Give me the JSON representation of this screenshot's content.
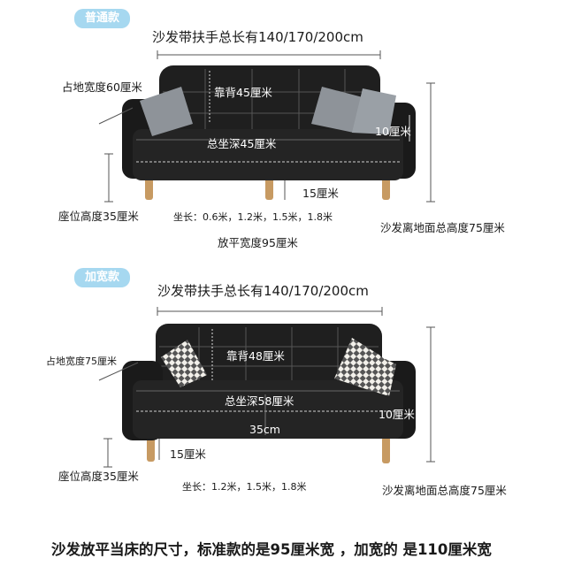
{
  "standard": {
    "badge": "普通款",
    "total_length": "沙发带扶手总长有140/170/200cm",
    "floor_width": "占地宽度60厘米",
    "backrest": "靠背45厘米",
    "seat_depth": "总坐深45厘米",
    "armrest": "10厘米",
    "leg": "15厘米",
    "seat_height": "座位高度35厘米",
    "seat_length": "坐长：0.6米，1.2米，1.5米，1.8米",
    "flat_width": "放平宽度95厘米",
    "total_height": "沙发离地面总高度75厘米"
  },
  "wide": {
    "badge": "加宽款",
    "total_length": "沙发带扶手总长有140/170/200cm",
    "floor_width": "占地宽度75厘米",
    "backrest": "靠背48厘米",
    "seat_depth": "总坐深58厘米",
    "armrest": "10厘米",
    "cushion": "35cm",
    "leg": "15厘米",
    "seat_height": "座位高度35厘米",
    "seat_length": "坐长：1.2米，1.5米，1.8米",
    "total_height": "沙发离地面总高度75厘米"
  },
  "footer": "沙发放平当床的尺寸，标准款的是95厘米宽 ，加宽的 是110厘米宽",
  "colors": {
    "badge": "#a6d8f0",
    "sofa": "#1c1c1c",
    "cushion_grey": "#8e9399",
    "leg_wood": "#c79a62"
  }
}
